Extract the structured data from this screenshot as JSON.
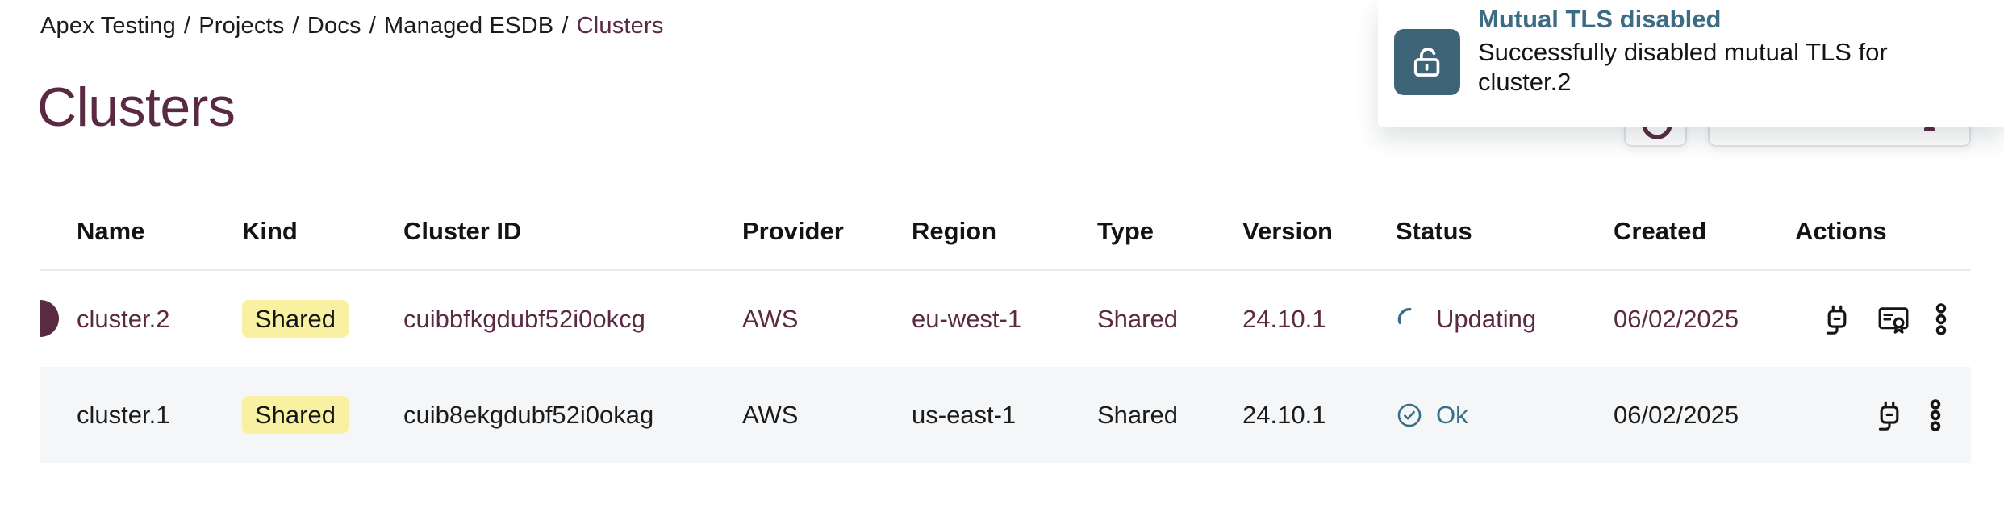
{
  "breadcrumb": {
    "separator": "/",
    "items": [
      {
        "label": "Apex Testing"
      },
      {
        "label": "Projects"
      },
      {
        "label": "Docs"
      },
      {
        "label": "Managed ESDB"
      },
      {
        "label": "Clusters"
      }
    ]
  },
  "page_title": "Clusters",
  "toast": {
    "title": "Mutual TLS disabled",
    "message": "Successfully disabled mutual TLS for cluster.2",
    "icon": "unlock-icon"
  },
  "table": {
    "columns": [
      "Name",
      "Kind",
      "Cluster ID",
      "Provider",
      "Region",
      "Type",
      "Version",
      "Status",
      "Created",
      "Actions"
    ],
    "rows": [
      {
        "name": "cluster.2",
        "kind": "Shared",
        "cluster_id": "cuibbfkgdubf52i0okcg",
        "provider": "AWS",
        "region": "eu-west-1",
        "type": "Shared",
        "version": "24.10.1",
        "status": {
          "label": "Updating",
          "icon": "spinner-icon"
        },
        "created": "06/02/2025",
        "selected": true,
        "action_icons": [
          "plug-icon",
          "certificate-icon",
          "kebab-menu-icon"
        ]
      },
      {
        "name": "cluster.1",
        "kind": "Shared",
        "cluster_id": "cuib8ekgdubf52i0okag",
        "provider": "AWS",
        "region": "us-east-1",
        "type": "Shared",
        "version": "24.10.1",
        "status": {
          "label": "Ok",
          "icon": "check-circle-icon"
        },
        "created": "06/02/2025",
        "selected": false,
        "action_icons": [
          "plug-icon",
          "kebab-menu-icon"
        ]
      }
    ]
  },
  "colors": {
    "accent_maroon": "#5a2a42",
    "status_teal": "#386f87",
    "toast_title_blue": "#3c6b84",
    "toast_icon_bg": "#3e6577",
    "badge_yellow": "#f9f0a2",
    "row_stripe": "#f4f6f8",
    "header_border": "#e7ecf1",
    "button_border": "#dee4ea"
  }
}
